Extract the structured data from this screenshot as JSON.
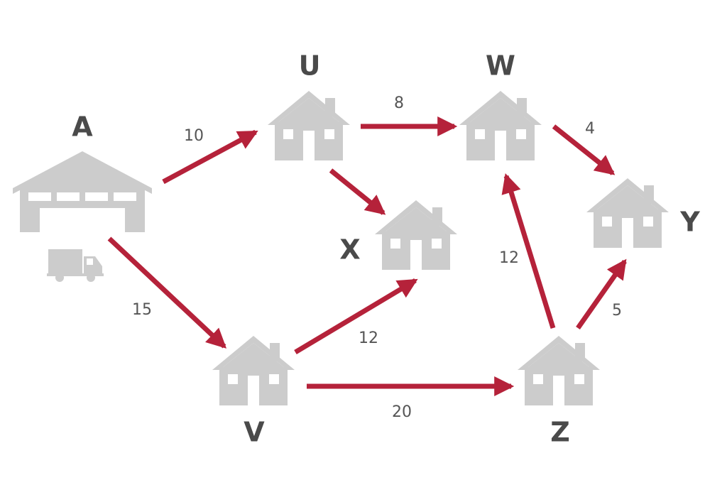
{
  "colors": {
    "building": "#cccccc",
    "window": "#ffffff",
    "arrow": "#b5223a",
    "node_label": "#4a4a4a",
    "edge_label": "#555555",
    "background": "#ffffff"
  },
  "nodes": [
    {
      "id": "A",
      "label": "A",
      "kind": "warehouse"
    },
    {
      "id": "U",
      "label": "U",
      "kind": "house"
    },
    {
      "id": "W",
      "label": "W",
      "kind": "house"
    },
    {
      "id": "X",
      "label": "X",
      "kind": "house"
    },
    {
      "id": "Y",
      "label": "Y",
      "kind": "house"
    },
    {
      "id": "V",
      "label": "V",
      "kind": "house"
    },
    {
      "id": "Z",
      "label": "Z",
      "kind": "house"
    }
  ],
  "vehicle": {
    "icon": "delivery-truck-icon"
  },
  "edges": [
    {
      "from": "A",
      "to": "U",
      "weight": "10"
    },
    {
      "from": "A",
      "to": "V",
      "weight": "15"
    },
    {
      "from": "U",
      "to": "W",
      "weight": "8"
    },
    {
      "from": "U",
      "to": "X",
      "weight": ""
    },
    {
      "from": "W",
      "to": "Y",
      "weight": "4"
    },
    {
      "from": "V",
      "to": "X",
      "weight": "12"
    },
    {
      "from": "V",
      "to": "Z",
      "weight": "20"
    },
    {
      "from": "Z",
      "to": "W",
      "weight": "12"
    },
    {
      "from": "Z",
      "to": "Y",
      "weight": "5"
    }
  ]
}
